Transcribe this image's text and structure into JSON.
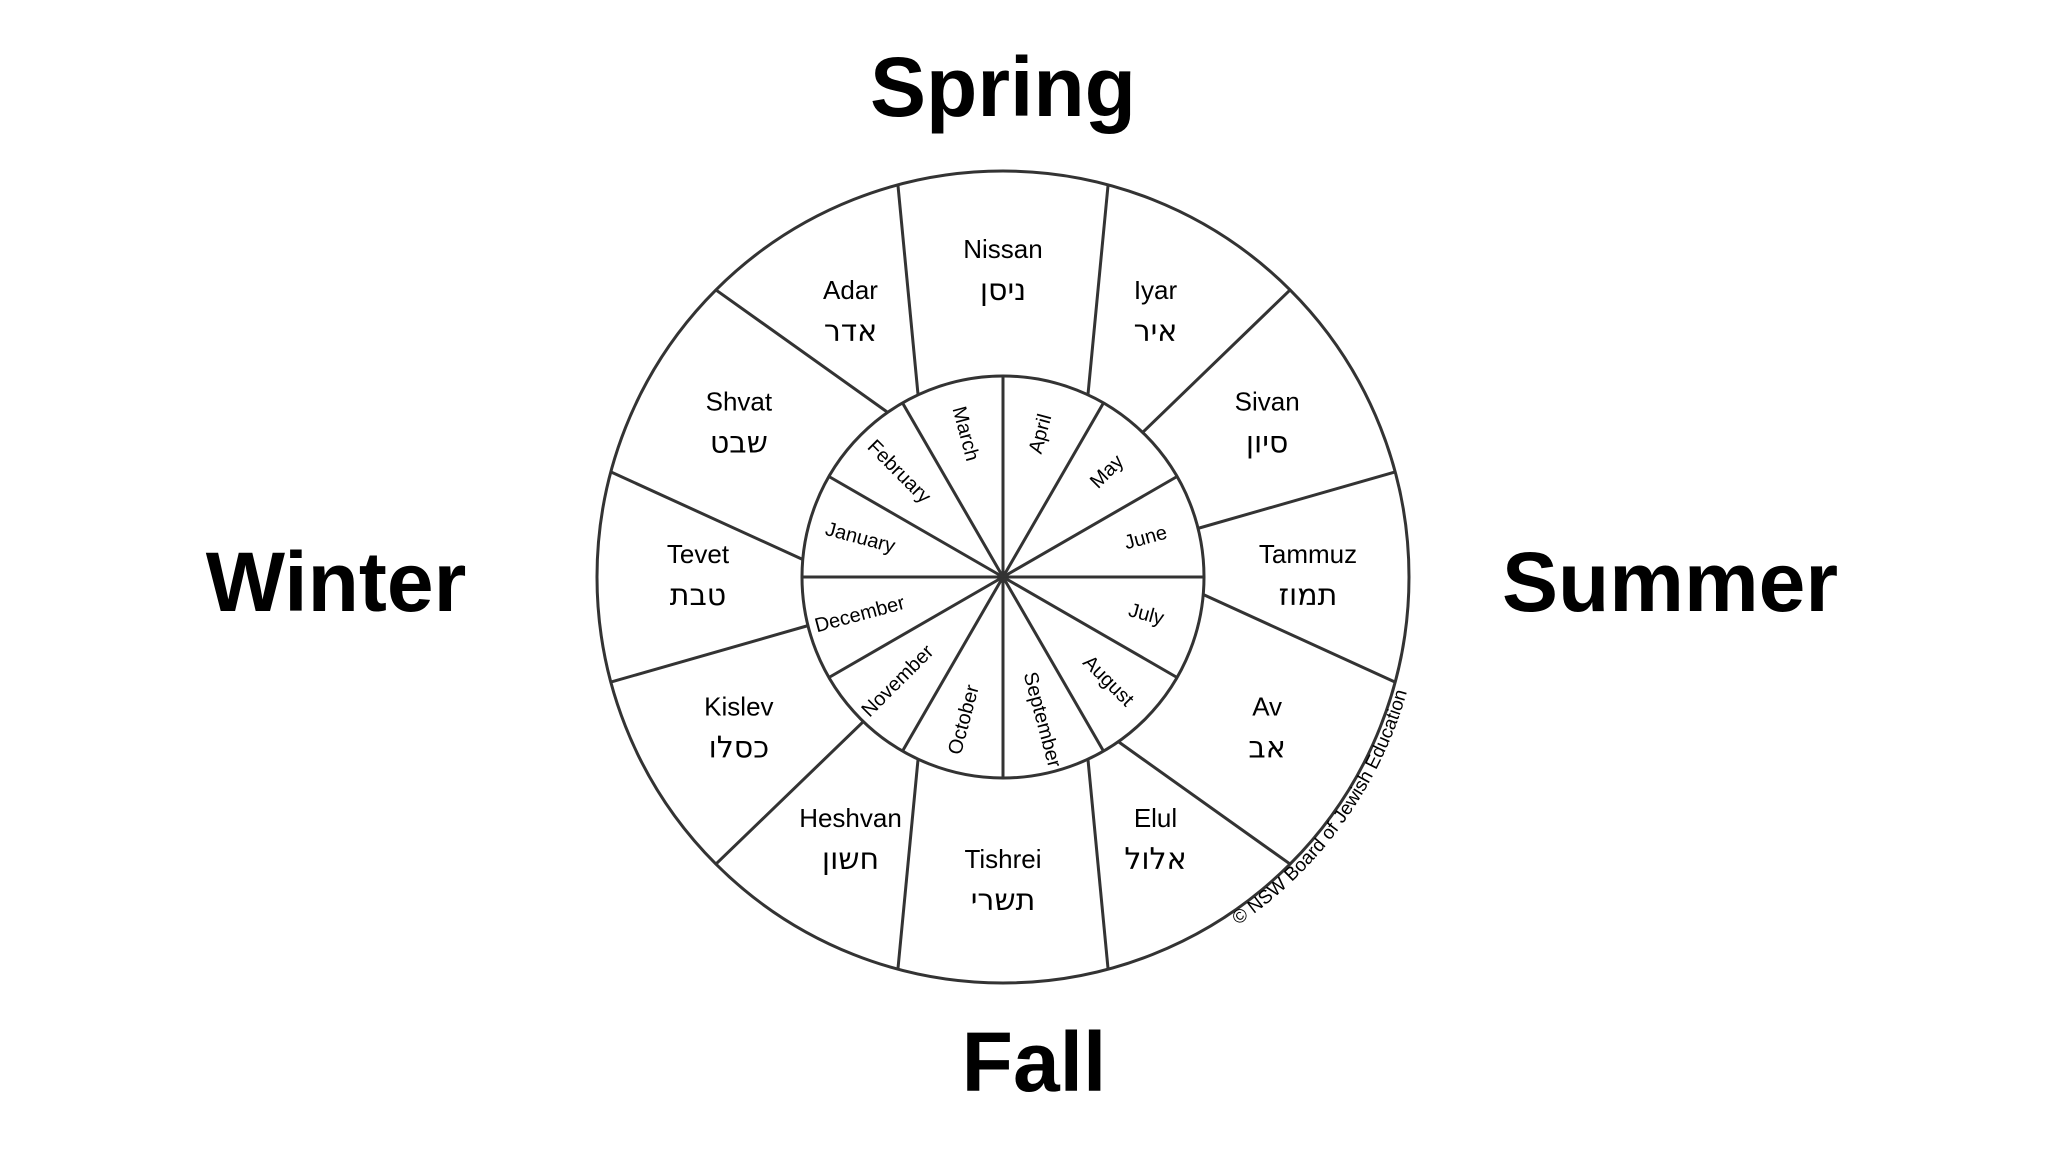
{
  "seasons": {
    "spring": "Spring",
    "winter": "Winter",
    "summer": "Summer",
    "fall": "Fall"
  },
  "hebrew_months": [
    {
      "name": "Nissan",
      "hebrew": "ניסן"
    },
    {
      "name": "Iyar",
      "hebrew": "איר"
    },
    {
      "name": "Sivan",
      "hebrew": "סיון"
    },
    {
      "name": "Tammuz",
      "hebrew": "תמוז"
    },
    {
      "name": "Av",
      "hebrew": "אב"
    },
    {
      "name": "Elul",
      "hebrew": "אלול"
    },
    {
      "name": "Tishrei",
      "hebrew": "תשרי"
    },
    {
      "name": "Heshvan",
      "hebrew": "חשון"
    },
    {
      "name": "Kislev",
      "hebrew": "כסלו"
    },
    {
      "name": "Tevet",
      "hebrew": "טבת"
    },
    {
      "name": "Shvat",
      "hebrew": "שבט"
    },
    {
      "name": "Adar",
      "hebrew": "אדר"
    }
  ],
  "gregorian_months": [
    "April",
    "May",
    "June",
    "July",
    "August",
    "September",
    "October",
    "November",
    "December",
    "January",
    "February",
    "March"
  ],
  "copyright": "© NSW Board of Jewish Education",
  "colors": {
    "line": "#333333",
    "text": "#000000",
    "background": "#ffffff"
  }
}
